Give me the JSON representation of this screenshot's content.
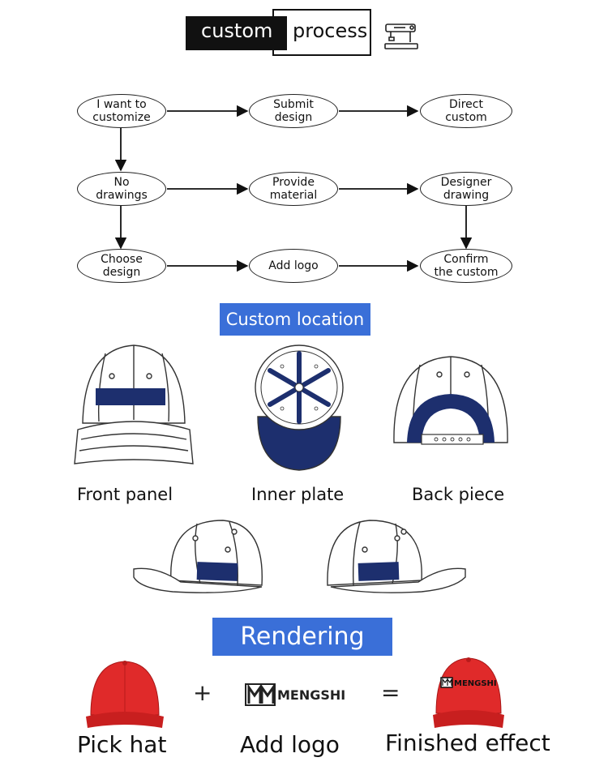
{
  "header": {
    "custom_label": "custom",
    "process_label": "process",
    "icon": "sewing-machine-icon"
  },
  "flow": {
    "nodes": [
      {
        "id": "want",
        "label": "I want to\ncustomize"
      },
      {
        "id": "submit",
        "label": "Submit\ndesign"
      },
      {
        "id": "direct",
        "label": "Direct\ncustom"
      },
      {
        "id": "nodraw",
        "label": "No\ndrawings"
      },
      {
        "id": "provide",
        "label": "Provide\nmaterial"
      },
      {
        "id": "designer",
        "label": "Designer\ndrawing"
      },
      {
        "id": "choose",
        "label": "Choose\ndesign"
      },
      {
        "id": "addlogo",
        "label": "Add logo"
      },
      {
        "id": "confirm",
        "label": "Confirm\nthe custom"
      }
    ]
  },
  "location": {
    "title": "Custom location",
    "front_label": "Front panel",
    "inner_label": "Inner plate",
    "back_label": "Back piece"
  },
  "rendering": {
    "title": "Rendering",
    "pick_label": "Pick hat",
    "add_logo_label": "Add logo",
    "finished_label": "Finished effect",
    "plus": "+",
    "equals": "=",
    "brand": "MENGSHI"
  },
  "colors": {
    "accent_blue": "#3a6fd8",
    "navy": "#1d2f6e",
    "cap_red": "#e02a2a"
  }
}
